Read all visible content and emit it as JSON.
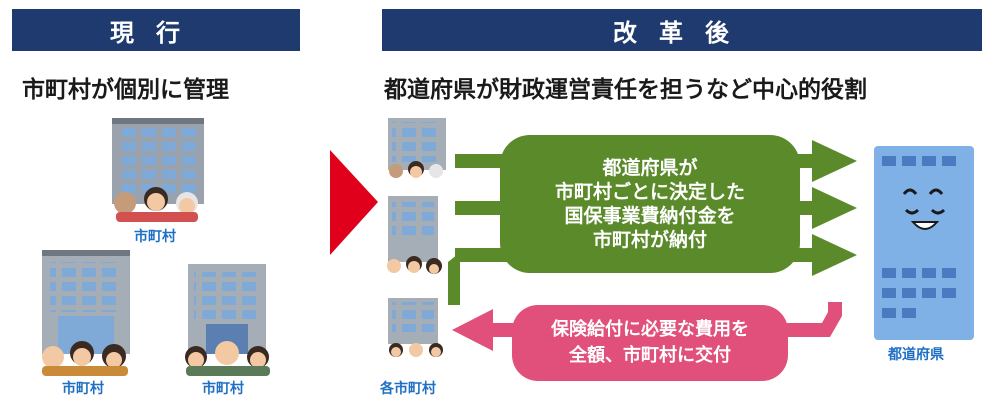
{
  "headers": {
    "current": "現行",
    "reform": "改革後"
  },
  "subtitles": {
    "current": "市町村が個別に管理",
    "reform": "都道府県が財政運営責任を担うなど中心的役割"
  },
  "labels": {
    "city1": "市町村",
    "city2": "市町村",
    "city3": "市町村",
    "each_city": "各市町村",
    "prefecture": "都道府県"
  },
  "green_box": {
    "lines": [
      "都道府県が",
      "市町村ごとに決定した",
      "国保事業費納付金を",
      "市町村が納付"
    ]
  },
  "pink_box": {
    "lines": [
      "保険給付に必要な費用を",
      "全額、市町村に交付"
    ]
  },
  "colors": {
    "header": "#1e3a6e",
    "green": "#5a8a2a",
    "pink": "#e0507a",
    "arrow_red": "#e0001b",
    "label_blue": "#1f6fc4"
  }
}
